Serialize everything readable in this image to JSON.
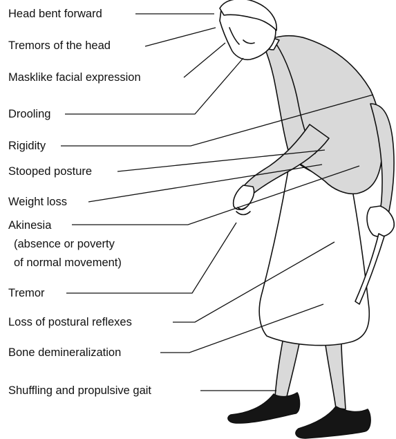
{
  "labels": {
    "head_bent_forward": "Head bent forward",
    "tremors_of_head": "Tremors of the head",
    "masklike_facial": "Masklike facial expression",
    "drooling": "Drooling",
    "rigidity": "Rigidity",
    "stooped_posture": "Stooped posture",
    "weight_loss": "Weight loss",
    "akinesia": "Akinesia",
    "akinesia_desc_1": "(absence or poverty",
    "akinesia_desc_2": "of normal movement)",
    "tremor": "Tremor",
    "loss_postural_reflexes": "Loss of postural reflexes",
    "bone_demineralization": "Bone demineralization",
    "shuffling_gait": "Shuffling and propulsive gait"
  },
  "colors": {
    "text": "#111111",
    "line": "#111111",
    "figure_fill": "#d9d9d9",
    "shoe_fill": "#151515"
  }
}
